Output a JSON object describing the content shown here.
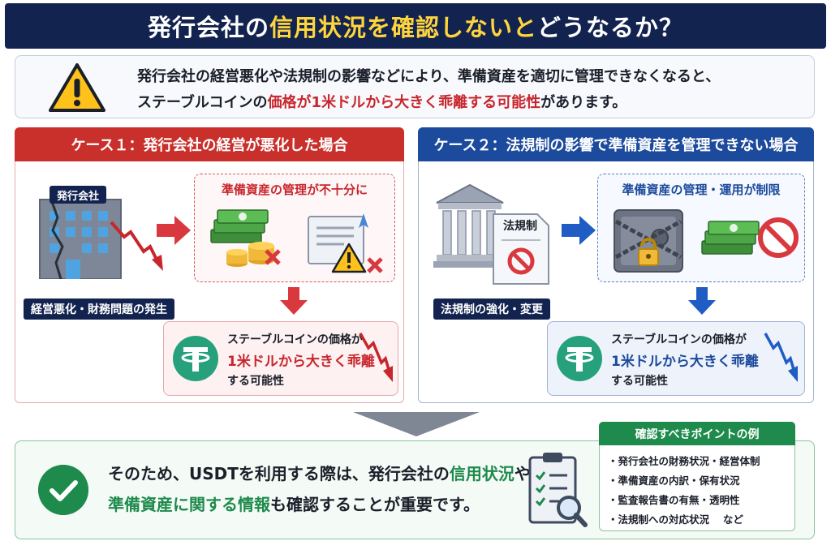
{
  "title": {
    "part1": "発行会社の",
    "highlight": "信用状況を確認しないと",
    "part2": "どうなるか？"
  },
  "warning": {
    "line1": "発行会社の経営悪化や法規制の影響などにより、準備資産を適切に管理できなくなると、",
    "line2_pre": "ステーブルコインの",
    "line2_red": "価格が1米ドルから大きく乖離する可能性",
    "line2_post": "があります。",
    "icon": "warning-triangle-icon"
  },
  "case1": {
    "header": "ケース１：発行会社の経営が悪化した場合",
    "building_sign": "発行会社",
    "cause_label": "経営悪化・財務問題の発生",
    "dashed_title": "準備資産の管理が不十分に",
    "result_line1": "ステーブルコインの価格が",
    "result_line2": "1米ドルから大きく乖離",
    "result_line3": "する可能性"
  },
  "case2": {
    "header": "ケース２：法規制の影響で準備資産を管理できない場合",
    "doc_label": "法規制",
    "cause_label": "法規制の強化・変更",
    "dashed_title": "準備資産の管理・運用が制限",
    "result_line1": "ステーブルコインの価格が",
    "result_line2": "1米ドルから大きく乖離",
    "result_line3": "する可能性"
  },
  "conclusion": {
    "line1_pre": "そのため、USDTを利用する際は、発行会社の",
    "line1_green": "信用状況",
    "line1_post": "や",
    "line2_green": "準備資産に関する情報",
    "line2_post": "も確認することが重要です。"
  },
  "points": {
    "header": "確認すべきポイントの例",
    "items": [
      "発行会社の財務状況・経営体制",
      "準備資産の内訳・保有状況",
      "監査報告書の有無・透明性",
      "法規制への対応状況　 など"
    ]
  },
  "colors": {
    "navy": "#13234f",
    "red": "#c8262d",
    "blue": "#1c4a9c",
    "green": "#1e8a4c",
    "yellow": "#ffd53d"
  }
}
